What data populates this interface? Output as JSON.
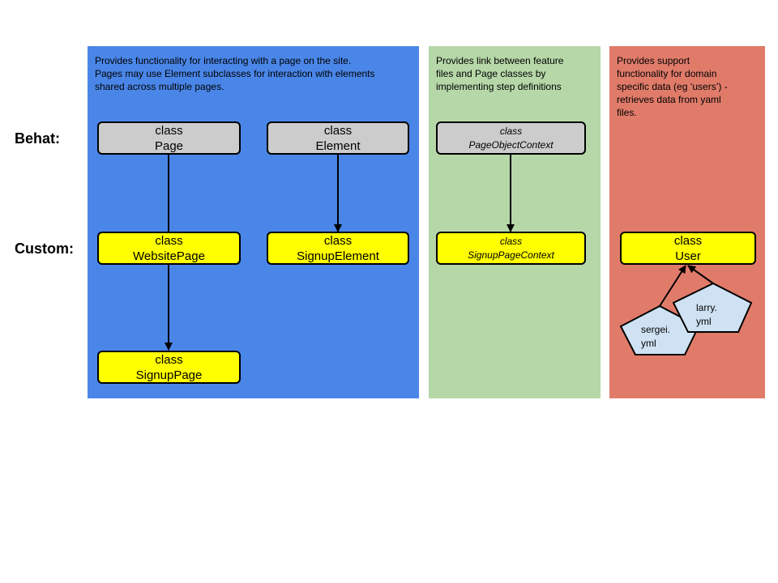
{
  "row_labels": {
    "behat": "Behat:",
    "custom": "Custom:"
  },
  "panels": {
    "pages": {
      "color": "#4a86e8",
      "description": [
        "Provides functionality for interacting with a page on the site.",
        "Pages may use Element subclasses for interaction with elements",
        "shared across multiple pages."
      ]
    },
    "contexts": {
      "color": "#b6d7a8",
      "description": [
        "Provides link between feature",
        "files and Page classes by",
        "implementing step definitions"
      ]
    },
    "data": {
      "color": "#e07b6a",
      "description": [
        "Provides support",
        "functionality for domain",
        "specific data (eg ‘users’) -",
        "retrieves data from yaml",
        "files."
      ]
    }
  },
  "nodes": {
    "page": {
      "line1": "class",
      "line2": "Page",
      "color": "#cccccc"
    },
    "element": {
      "line1": "class",
      "line2": "Element",
      "color": "#cccccc"
    },
    "page_object_context": {
      "line1": "class",
      "line2": "PageObjectContext",
      "color": "#cccccc"
    },
    "website_page": {
      "line1": "class",
      "line2": "WebsitePage",
      "color": "#ffff00"
    },
    "signup_element": {
      "line1": "class",
      "line2": "SignupElement",
      "color": "#ffff00"
    },
    "signup_page_context": {
      "line1": "class",
      "line2": "SignupPageContext",
      "color": "#ffff00"
    },
    "user": {
      "line1": "class",
      "line2": "User",
      "color": "#ffff00"
    },
    "signup_page": {
      "line1": "class",
      "line2": "SignupPage",
      "color": "#ffff00"
    }
  },
  "yaml_files": {
    "larry": {
      "line1": "larry.",
      "line2": "yml",
      "color": "#cfe2f3"
    },
    "sergei": {
      "line1": "sergei.",
      "line2": "yml",
      "color": "#cfe2f3"
    }
  }
}
